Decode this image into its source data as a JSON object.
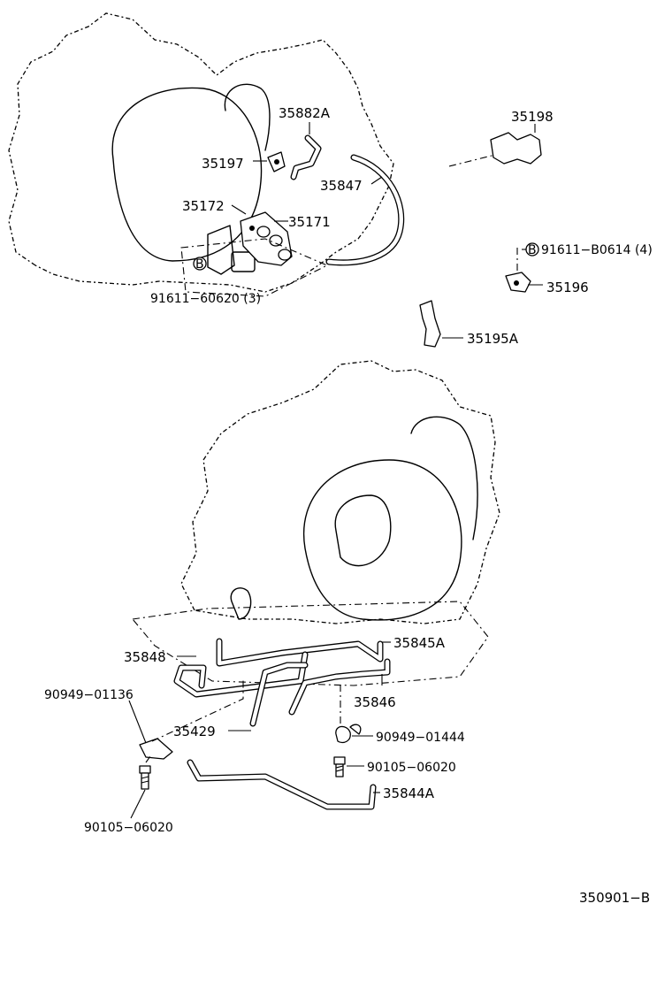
{
  "callouts": {
    "c35882A": "35882A",
    "c35198": "35198",
    "c35197": "35197",
    "c35847": "35847",
    "c35172": "35172",
    "c35171": "35171",
    "c91611B0614": "91611−B0614 (4)",
    "c9161160620": "91611−60620 (3)",
    "c35196": "35196",
    "c35195A": "35195A",
    "c35848": "35848",
    "c35845A": "35845A",
    "c9094901136": "90949−01136",
    "c35846": "35846",
    "c35429": "35429",
    "c9094901444": "90949−01444",
    "c9010506020a": "90105−06020",
    "c35844A": "35844A",
    "c9010506020b": "90105−06020"
  },
  "bolt_marker": "B",
  "diagram_id": "350901−B",
  "icons": [
    "transaxle-housing-icon",
    "pipe-icon",
    "bracket-icon",
    "clamp-icon",
    "bolt-icon"
  ]
}
